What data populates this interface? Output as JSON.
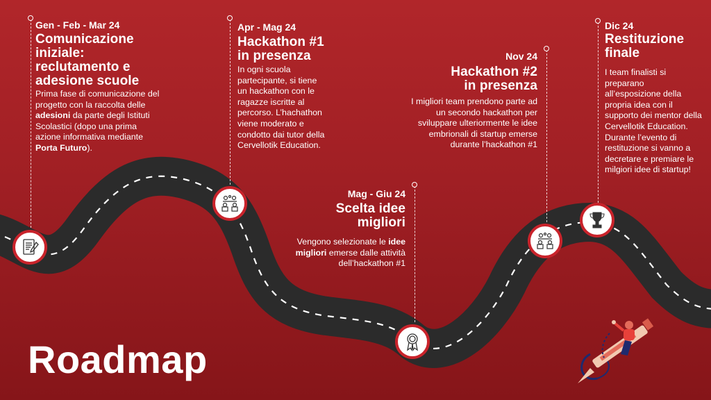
{
  "heading": "Roadmap",
  "milestones": [
    {
      "date": "Gen -  Feb - Mar 24",
      "title": "Comunicazione\niniziale:\nreclutamento e\nadesione scuole",
      "body_parts": [
        "Prima fase di comunicazione del progetto con la raccolta delle ",
        "adesioni",
        " da parte degli Istituti Scolastici (dopo una prima azione informativa mediante ",
        "Porta Futuro",
        ")."
      ],
      "icon": "document-pen-icon"
    },
    {
      "date": "Apr - Mag 24",
      "title": "Hackathon #1\nin presenza",
      "body": "In ogni scuola partecipante, si tiene un hackathon con le ragazze iscritte al percorso. L’hachathon viene moderato e condotto dai tutor della Cervellotik Education.",
      "icon": "team-meeting-icon"
    },
    {
      "date": "Mag - Giu 24",
      "title": "Scelta idee\nmigliori",
      "body_parts": [
        "Vengono selezionate le ",
        "idee migliori",
        " emerse dalle attività dell’hackathon #1"
      ],
      "icon": "award-ribbon-icon"
    },
    {
      "date": "Nov 24",
      "title": "Hackathon #2\nin presenza",
      "body": "I migliori team prendono parte ad un secondo hackathon per sviluppare ulteriormente le idee embrionali di startup emerse durante l’hackathon #1",
      "icon": "team-meeting-icon"
    },
    {
      "date": "Dic 24",
      "title": "Restituzione\n finale",
      "body": "I team finalisti si preparano all’esposizione della propria idea con il supporto dei mentor della Cervellotik Education. Durante l’evento di restituzione si vanno a decretare e premiare le milgiori idee di startup!",
      "icon": "trophy-icon"
    }
  ],
  "colors": {
    "background": "#b1262a",
    "road": "#2b2b2b",
    "accent": "#c9232b"
  },
  "illustration": "person-riding-pencil-illustration"
}
